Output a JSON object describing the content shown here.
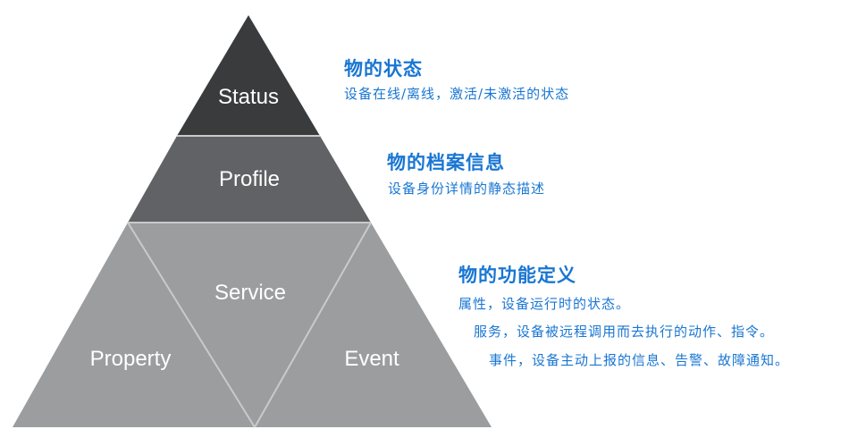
{
  "colors": {
    "status_fill": "#3a3b3d",
    "profile_fill": "#606265",
    "lower_fill": "#9b9d9f",
    "divider": "#c9cacb",
    "annotation_text": "#1976d2"
  },
  "pyramid": {
    "status": "Status",
    "profile": "Profile",
    "service": "Service",
    "property": "Property",
    "event": "Event"
  },
  "annotations": {
    "status": {
      "title": "物的状态",
      "description": "设备在线/离线，激活/未激活的状态"
    },
    "profile": {
      "title": "物的档案信息",
      "description": "设备身份详情的静态描述"
    },
    "function": {
      "title": "物的功能定义",
      "lines": [
        "属性，设备运行时的状态。",
        "服务，设备被远程调用而去执行的动作、指令。",
        "事件，设备主动上报的信息、告警、故障通知。"
      ]
    }
  }
}
